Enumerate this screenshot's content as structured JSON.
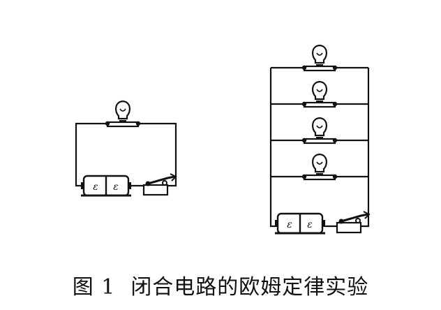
{
  "caption": {
    "figure_label": "图 1",
    "title": "闭合电路的欧姆定律实验"
  },
  "diagram": {
    "left_circuit": {
      "bulbs": 1,
      "battery_cells": [
        "ε",
        "ε"
      ]
    },
    "right_circuit": {
      "bulbs": 4,
      "battery_cells": [
        "ε",
        "ε"
      ]
    },
    "components": [
      "bulb-icon",
      "battery-icon",
      "switch-icon"
    ],
    "line_color": "#111111"
  }
}
